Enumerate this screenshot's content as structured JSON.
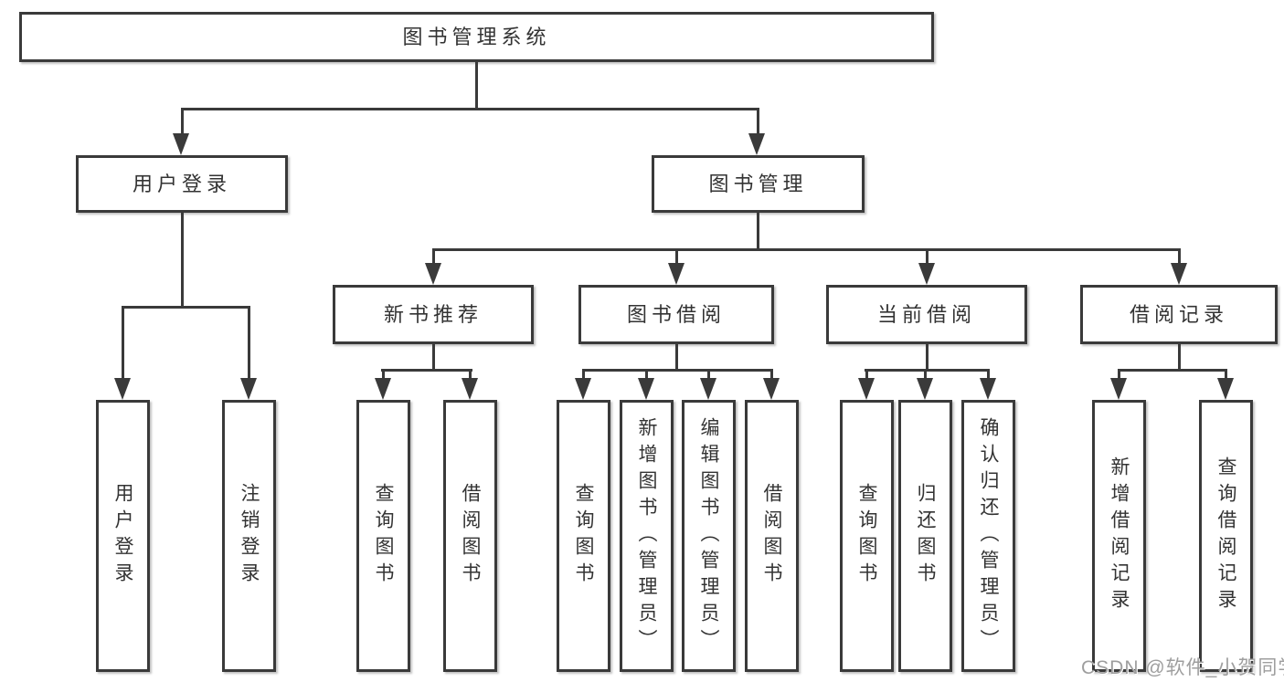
{
  "diagram_type": "hierarchy-tree",
  "tree": {
    "root": {
      "label": "图书管理系统"
    },
    "user_login": {
      "label": "用户登录",
      "children": [
        "用户登录",
        "注销登录"
      ]
    },
    "book_management": {
      "label": "图书管理"
    },
    "new_book_recommend": {
      "label": "新书推荐",
      "children": [
        "查询图书",
        "借阅图书"
      ]
    },
    "book_borrow": {
      "label": "图书借阅",
      "children": [
        "查询图书",
        "新增图书（管理员）",
        "编辑图书（管理员）",
        "借阅图书"
      ]
    },
    "current_borrow": {
      "label": "当前借阅",
      "children": [
        "查询图书",
        "归还图书",
        "确认归还（管理员）"
      ]
    },
    "borrow_records": {
      "label": "借阅记录",
      "children": [
        "新增借阅记录",
        "查询借阅记录"
      ]
    }
  },
  "watermark": "CSDN @软件_小贺同学",
  "colors": {
    "line": "#3a3a3a",
    "text": "#333333",
    "box_background": "#ffffff",
    "watermark_text": "#9e9e9e",
    "page_background": "#ffffff"
  }
}
